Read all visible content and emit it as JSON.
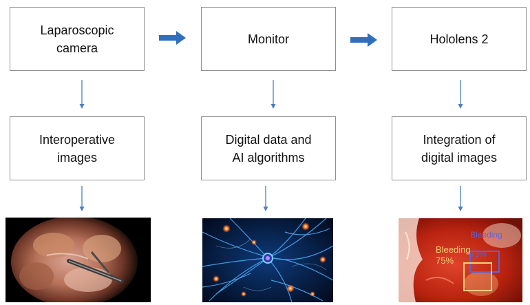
{
  "boxes": {
    "laparoscopic_camera": "Laparoscopic\ncamera",
    "monitor": "Monitor",
    "hololens": "Hololens 2",
    "interoperative_images": "Interoperative\nimages",
    "digital_data": "Digital data and\nAI algorithms",
    "integration": "Integration of\ndigital images"
  },
  "overlay": {
    "label_blue": "Bleeding",
    "value_blue": "73%",
    "label_yellow": "Bleeding",
    "value_yellow": "75%"
  },
  "colors": {
    "arrow_blue": "#2f6fbd",
    "thin_arrow": "#4a7fc1",
    "box_border": "#8e8e8e",
    "overlay_blue": "#5a63d8",
    "overlay_yellow": "#f2d27a"
  }
}
